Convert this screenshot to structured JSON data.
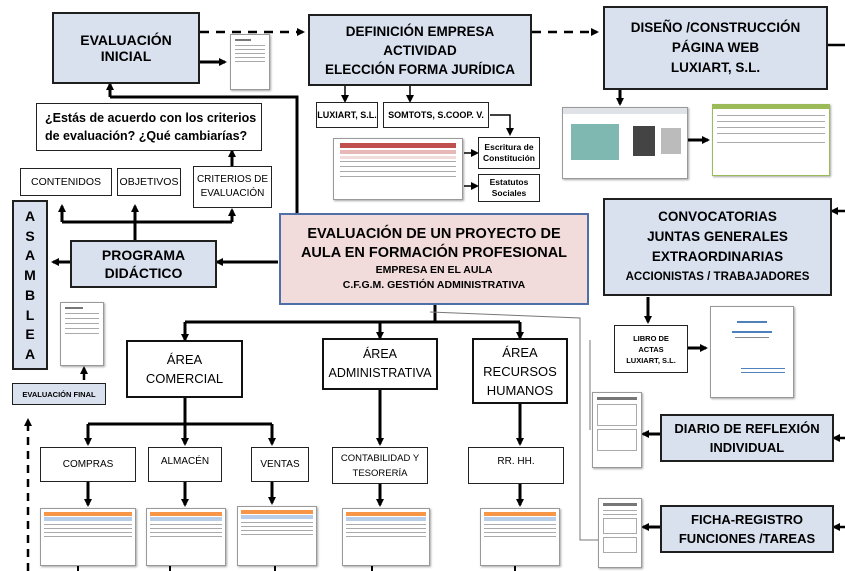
{
  "colors": {
    "box_fill": "#d9e1ef",
    "center_fill": "#f2dcdb",
    "center_border": "#4f6fa8",
    "line": "#000000"
  },
  "nodes": {
    "eval_inicial": [
      "EVALUACIÓN",
      "INICIAL"
    ],
    "definicion": [
      "DEFINICIÓN EMPRESA",
      "ACTIVIDAD",
      "ELECCIÓN FORMA JURÍDICA"
    ],
    "diseno": [
      "DISEÑO /CONSTRUCCIÓN",
      "PÁGINA WEB",
      "LUXIART, S.L."
    ],
    "pregunta": [
      "¿Estás de acuerdo con los criterios",
      "de evaluación? ¿Qué cambiarías?"
    ],
    "contenidos": "CONTENIDOS",
    "objetivos": "OBJETIVOS",
    "criterios": [
      "CRITERIOS DE",
      "EVALUACIÓN"
    ],
    "luxiart": "LUXIART, S.L.",
    "somtots": "SOMTOTS, S.COOP. V.",
    "escritura": [
      "Escritura de",
      "Constitución"
    ],
    "estatutos": [
      "Estatutos",
      "Sociales"
    ],
    "asamblea": [
      "A",
      "S",
      "A",
      "M",
      "B",
      "L",
      "E",
      "A"
    ],
    "programa": [
      "PROGRAMA",
      "DIDÁCTICO"
    ],
    "centro": {
      "lines": [
        "EVALUACIÓN DE UN PROYECTO DE",
        "AULA EN FORMACIÓN PROFESIONAL"
      ],
      "sub": [
        "EMPRESA EN EL AULA",
        "C.F.G.M. GESTIÓN ADMINISTRATIVA"
      ]
    },
    "convocatorias": [
      "CONVOCATORIAS",
      "JUNTAS GENERALES",
      "EXTRAORDINARIAS"
    ],
    "convocatorias_sub": "ACCIONISTAS / TRABAJADORES",
    "libro": [
      "LIBRO DE",
      "ACTAS",
      "LUXIART, S.L."
    ],
    "area_comercial": [
      "ÁREA",
      "COMERCIAL"
    ],
    "area_admin": [
      "ÁREA",
      "ADMINISTRATIVA"
    ],
    "area_rrhh": [
      "ÁREA",
      "RECURSOS",
      "HUMANOS"
    ],
    "eval_final": "EVALUACIÓN FINAL",
    "compras": "COMPRAS",
    "almacen": "ALMACÉN",
    "ventas": "VENTAS",
    "contabilidad": [
      "CONTABILIDAD Y",
      "TESORERÍA"
    ],
    "rrhh": "RR. HH.",
    "diario": [
      "DIARIO DE REFLEXIÓN",
      "INDIVIDUAL"
    ],
    "ficha": [
      "FICHA-REGISTRO",
      "FUNCIONES /TAREAS"
    ]
  }
}
